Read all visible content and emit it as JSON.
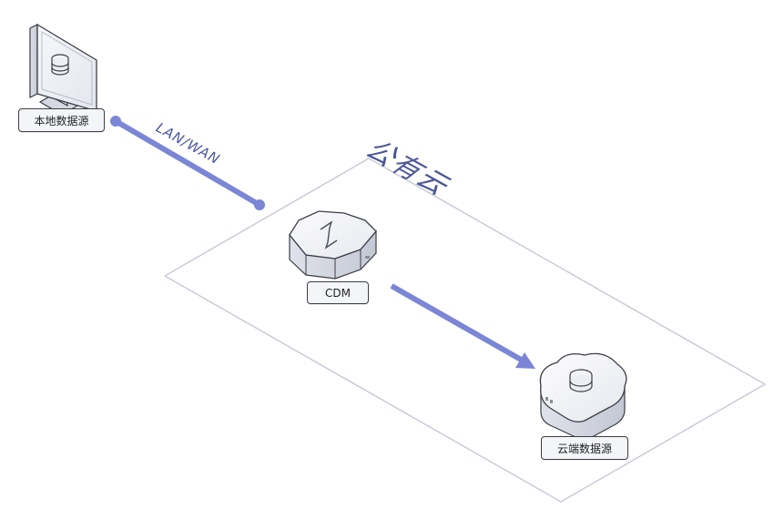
{
  "nodes": {
    "local": {
      "label": "本地数据源"
    },
    "cdm": {
      "label": "CDM"
    },
    "cloud": {
      "label": "云端数据源"
    }
  },
  "links": {
    "lan_wan": {
      "label": "LAN/WAN"
    }
  },
  "zone": {
    "title": "公有云"
  },
  "colors": {
    "accent": "#7b86d6",
    "zone_border": "#c8ccd6",
    "label_border": "#3b3e46"
  }
}
